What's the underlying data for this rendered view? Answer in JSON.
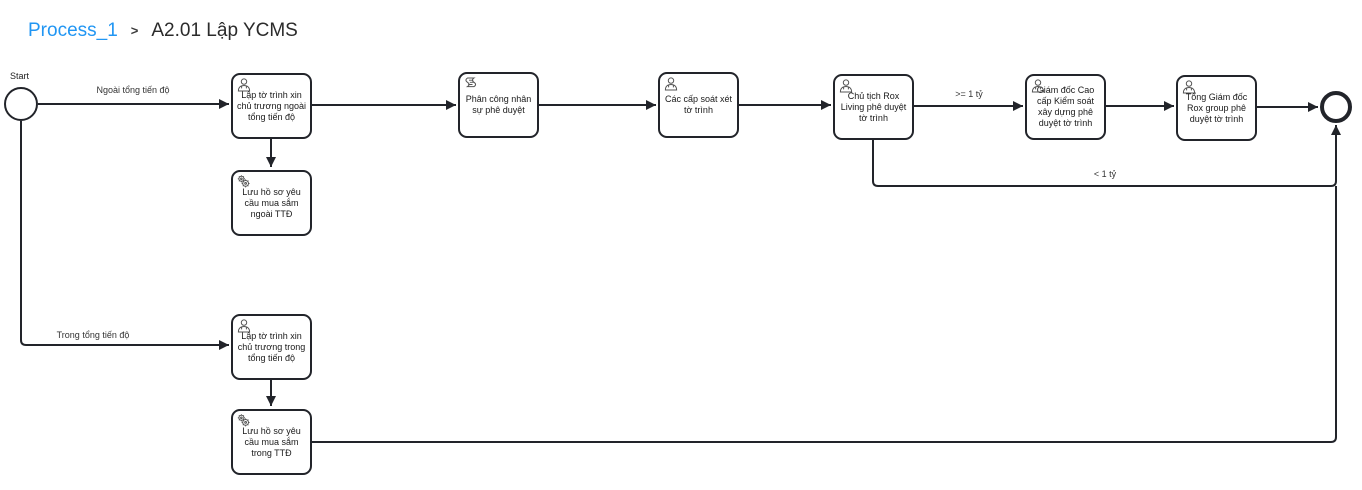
{
  "breadcrumb": {
    "process_label": "Process_1",
    "separator": ">",
    "title": "A2.01 Lập YCMS"
  },
  "diagram": {
    "start_event_label": "Start",
    "tasks": [
      {
        "icon": "user-icon",
        "label": "Lập tờ trình xin chủ trương ngoài tổng tiến độ"
      },
      {
        "icon": "gears-icon",
        "label": "Lưu hồ sơ yêu cầu mua sắm ngoài TTĐ"
      },
      {
        "icon": "script-icon",
        "label": "Phân công nhân sự phê duyệt"
      },
      {
        "icon": "user-icon",
        "label": "Các cấp soát xét tờ trình"
      },
      {
        "icon": "user-icon",
        "label": "Chủ tịch Rox Living phê duyệt tờ trình"
      },
      {
        "icon": "user-icon",
        "label": "Giám đốc Cao cấp Kiểm soát xây dựng phê duyệt tờ trình"
      },
      {
        "icon": "user-icon",
        "label": "Tổng Giám đốc Rox group phê duyệt tờ trình"
      },
      {
        "icon": "user-icon",
        "label": "Lập tờ trình xin chủ trương trong tổng tiến độ"
      },
      {
        "icon": "gears-icon",
        "label": "Lưu hồ sơ yêu cầu mua sắm trong TTĐ"
      }
    ],
    "edge_labels": {
      "ngoai": "Ngoài tổng tiến độ",
      "trong": "Trong tổng tiến độ",
      "gte_1_ty": ">= 1 tỷ",
      "lt_1_ty": "< 1 tỷ"
    }
  },
  "colors": {
    "link_blue": "#2196f3",
    "shape_stroke": "#22242a",
    "canvas_border": "#cccccc"
  }
}
